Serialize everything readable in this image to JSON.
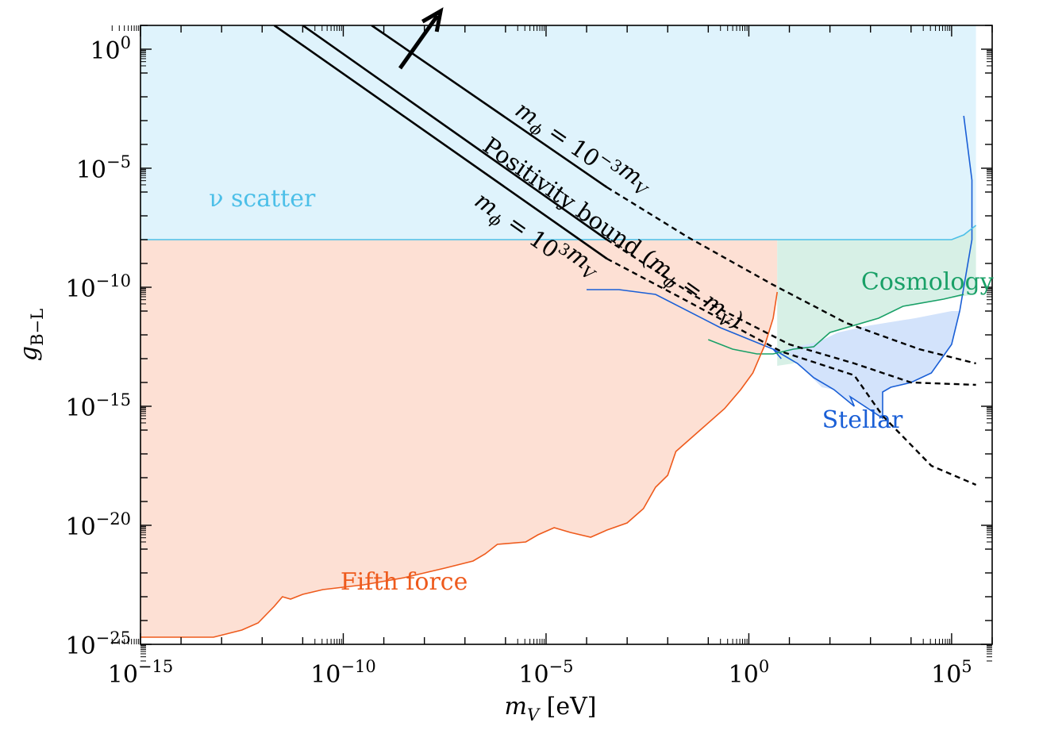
{
  "chart_data": {
    "type": "area",
    "xscale": "log",
    "yscale": "log",
    "xlim": [
      1e-15,
      1000000.0
    ],
    "ylim": [
      1e-25,
      10.0
    ],
    "xlabel_var": "m",
    "xlabel_sub": "V",
    "xlabel_unit": "[eV]",
    "ylabel_var": "g",
    "ylabel_sub": "B−L",
    "xticks": [
      {
        "base": "10",
        "exp": "−15",
        "value": -15
      },
      {
        "base": "10",
        "exp": "−10",
        "value": -10
      },
      {
        "base": "10",
        "exp": "−5",
        "value": -5
      },
      {
        "base": "10",
        "exp": "0",
        "value": 0
      },
      {
        "base": "10",
        "exp": "5",
        "value": 5
      }
    ],
    "yticks": [
      {
        "base": "10",
        "exp": "0",
        "value": 0
      },
      {
        "base": "10",
        "exp": "−5",
        "value": -5
      },
      {
        "base": "10",
        "exp": "−10",
        "value": -10
      },
      {
        "base": "10",
        "exp": "−15",
        "value": -15
      },
      {
        "base": "10",
        "exp": "−20",
        "value": -20
      },
      {
        "base": "10",
        "exp": "−25",
        "value": -25
      }
    ],
    "regions": [
      {
        "name": "Fifth force",
        "label": "Fifth force",
        "color": "#ee5a1c",
        "fill": "#fde0d4",
        "points_log10": [
          [
            -15,
            -24.7
          ],
          [
            -13.2,
            -24.7
          ],
          [
            -12.5,
            -24.4
          ],
          [
            -12.1,
            -24.1
          ],
          [
            -11.7,
            -23.4
          ],
          [
            -11.5,
            -23.0
          ],
          [
            -11.3,
            -23.1
          ],
          [
            -11.0,
            -22.9
          ],
          [
            -10.5,
            -22.7
          ],
          [
            -9.5,
            -22.5
          ],
          [
            -8.5,
            -22.2
          ],
          [
            -7.5,
            -21.8
          ],
          [
            -6.8,
            -21.5
          ],
          [
            -6.5,
            -21.2
          ],
          [
            -6.2,
            -20.8
          ],
          [
            -5.5,
            -20.7
          ],
          [
            -5.2,
            -20.4
          ],
          [
            -4.8,
            -20.1
          ],
          [
            -4.4,
            -20.3
          ],
          [
            -3.9,
            -20.5
          ],
          [
            -3.5,
            -20.2
          ],
          [
            -3.0,
            -19.9
          ],
          [
            -2.6,
            -19.3
          ],
          [
            -2.3,
            -18.4
          ],
          [
            -2.0,
            -17.9
          ],
          [
            -1.8,
            -16.9
          ],
          [
            -1.2,
            -16.0
          ],
          [
            -0.6,
            -15.1
          ],
          [
            -0.2,
            -14.3
          ],
          [
            0.1,
            -13.6
          ],
          [
            0.4,
            -12.4
          ],
          [
            0.6,
            -11.3
          ],
          [
            0.7,
            -10.2
          ],
          [
            0.7,
            -8.0
          ],
          [
            -15,
            -8.0
          ]
        ]
      },
      {
        "name": "nu scatter",
        "label": "ν scatter",
        "color": "#4cbfe8",
        "fill": "#dff3fc",
        "points_log10": [
          [
            -15,
            -8.0
          ],
          [
            5.0,
            -8.0
          ],
          [
            5.3,
            -7.8
          ],
          [
            5.6,
            -7.4
          ],
          [
            5.6,
            1.0
          ],
          [
            -15,
            1.0
          ]
        ]
      },
      {
        "name": "Cosmology",
        "label": "Cosmology",
        "color": "#19a067",
        "fill": "#d7f0e6",
        "points_log10": [
          [
            0.7,
            -8.0
          ],
          [
            5.0,
            -8.0
          ],
          [
            5.3,
            -7.8
          ],
          [
            5.6,
            -7.4
          ],
          [
            5.6,
            -10.3
          ],
          [
            4.8,
            -10.5
          ],
          [
            3.8,
            -10.8
          ],
          [
            3.2,
            -11.3
          ],
          [
            2.0,
            -11.9
          ],
          [
            1.6,
            -12.5
          ],
          [
            1.1,
            -13.2
          ],
          [
            0.7,
            -13.3
          ]
        ]
      },
      {
        "name": "Stellar",
        "label": "Stellar",
        "color": "#1a5fd6",
        "fill": "#d3e3fb",
        "points_log10": [
          [
            0.9,
            -12.6
          ],
          [
            1.7,
            -12.3
          ],
          [
            2.2,
            -11.9
          ],
          [
            3.0,
            -11.6
          ],
          [
            4.1,
            -11.3
          ],
          [
            5.0,
            -11.0
          ],
          [
            5.2,
            -11.0
          ],
          [
            5.0,
            -12.4
          ],
          [
            4.5,
            -13.6
          ],
          [
            4.0,
            -14.0
          ],
          [
            3.5,
            -14.2
          ],
          [
            3.3,
            -14.4
          ],
          [
            3.3,
            -15.5
          ],
          [
            2.5,
            -14.6
          ],
          [
            2.6,
            -15.0
          ],
          [
            2.1,
            -14.3
          ],
          [
            1.8,
            -14.2
          ],
          [
            1.2,
            -13.2
          ]
        ]
      }
    ],
    "curves": [
      {
        "name": "Stellar boundary",
        "color": "#1a5fd6",
        "points_log10": [
          [
            -4,
            -10.1
          ],
          [
            -3.2,
            -10.1
          ],
          [
            -2.3,
            -10.3
          ],
          [
            -0.7,
            -11.7
          ],
          [
            0.6,
            -12.6
          ],
          [
            0.8,
            -13.0
          ],
          [
            0.6,
            -12.6
          ],
          [
            1.2,
            -13.2
          ],
          [
            1.6,
            -13.8
          ],
          [
            2.1,
            -14.3
          ],
          [
            2.6,
            -15.0
          ],
          [
            2.5,
            -14.6
          ],
          [
            3.3,
            -15.5
          ],
          [
            3.3,
            -14.4
          ],
          [
            3.5,
            -14.2
          ],
          [
            4.0,
            -14.0
          ],
          [
            4.5,
            -13.6
          ],
          [
            5.0,
            -12.4
          ],
          [
            5.2,
            -11.0
          ],
          [
            5.5,
            -8.0
          ],
          [
            5.5,
            -5.5
          ],
          [
            5.3,
            -2.8
          ]
        ]
      },
      {
        "name": "Cosmology boundary",
        "color": "#19a067",
        "points_log10": [
          [
            -1.0,
            -12.2
          ],
          [
            -0.4,
            -12.6
          ],
          [
            0.2,
            -12.8
          ],
          [
            0.6,
            -12.8
          ],
          [
            1.1,
            -12.6
          ],
          [
            1.6,
            -12.5
          ],
          [
            2.0,
            -11.9
          ],
          [
            3.2,
            -11.3
          ],
          [
            3.8,
            -10.8
          ],
          [
            4.8,
            -10.5
          ],
          [
            5.3,
            -10.3
          ]
        ]
      },
      {
        "name": "Fifth force boundary",
        "color": "#ee5a1c",
        "points_log10": [
          [
            -15,
            -24.7
          ],
          [
            -13.2,
            -24.7
          ],
          [
            -12.5,
            -24.4
          ],
          [
            -12.1,
            -24.1
          ],
          [
            -11.7,
            -23.4
          ],
          [
            -11.5,
            -23.0
          ],
          [
            -11.3,
            -23.1
          ],
          [
            -11.0,
            -22.9
          ],
          [
            -10.5,
            -22.7
          ],
          [
            -9.5,
            -22.5
          ],
          [
            -8.5,
            -22.2
          ],
          [
            -7.5,
            -21.8
          ],
          [
            -6.8,
            -21.5
          ],
          [
            -6.5,
            -21.2
          ],
          [
            -6.2,
            -20.8
          ],
          [
            -5.5,
            -20.7
          ],
          [
            -5.2,
            -20.4
          ],
          [
            -4.8,
            -20.1
          ],
          [
            -4.4,
            -20.3
          ],
          [
            -3.9,
            -20.5
          ],
          [
            -3.5,
            -20.2
          ],
          [
            -3.0,
            -19.9
          ],
          [
            -2.6,
            -19.3
          ],
          [
            -2.3,
            -18.4
          ],
          [
            -2.0,
            -17.9
          ],
          [
            -1.8,
            -16.9
          ],
          [
            -1.2,
            -16.0
          ],
          [
            -0.6,
            -15.1
          ],
          [
            -0.2,
            -14.3
          ],
          [
            0.1,
            -13.6
          ],
          [
            0.4,
            -12.4
          ],
          [
            0.6,
            -11.3
          ],
          [
            0.7,
            -10.2
          ]
        ]
      },
      {
        "name": "nu scatter boundary",
        "color": "#4cbfe8",
        "points_log10": [
          [
            -15,
            -8.0
          ],
          [
            5.0,
            -8.0
          ],
          [
            5.3,
            -7.8
          ],
          [
            5.6,
            -7.4
          ]
        ]
      }
    ],
    "bound_lines": [
      {
        "name": "m_phi = 10^-3 m_V",
        "label_var": "m",
        "label_sub": "ϕ",
        "label_mid": " = 10",
        "label_exp": "−3",
        "label_tail_var": "m",
        "label_tail_sub": "V",
        "solid_log10": [
          [
            -9.3,
            1.0
          ],
          [
            -3.5,
            -5.8
          ]
        ],
        "dashed_log10": [
          [
            -3.5,
            -5.8
          ],
          [
            -1.5,
            -7.9
          ],
          [
            0.6,
            -9.9
          ],
          [
            2.4,
            -11.5
          ],
          [
            4.2,
            -12.6
          ],
          [
            5.6,
            -13.2
          ]
        ],
        "label_anchor_log10": [
          -5.8,
          -2.7
        ]
      },
      {
        "name": "Positivity bound (m_phi = m_V)",
        "label_text": "Positivity bound (",
        "label_var": "m",
        "label_sub": "ϕ",
        "label_mid": " = ",
        "label_tail_var": "m",
        "label_tail_sub": "V",
        "label_close": ")",
        "solid_log10": [
          [
            -11.0,
            1.0
          ],
          [
            -3.5,
            -8.0
          ]
        ],
        "dashed_log10": [
          [
            -3.5,
            -8.0
          ],
          [
            -1.3,
            -10.4
          ],
          [
            1.0,
            -12.4
          ],
          [
            2.6,
            -13.2
          ],
          [
            4.0,
            -14.0
          ],
          [
            5.6,
            -14.1
          ]
        ],
        "label_anchor_log10": [
          -6.6,
          -4.2
        ]
      },
      {
        "name": "m_phi = 10^3 m_V",
        "label_var": "m",
        "label_sub": "ϕ",
        "label_mid": " = 10",
        "label_exp": "3",
        "label_tail_var": "m",
        "label_tail_sub": "V",
        "solid_log10": [
          [
            -11.7,
            1.0
          ],
          [
            -3.5,
            -8.8
          ]
        ],
        "dashed_log10": [
          [
            -3.5,
            -8.8
          ],
          [
            -1.5,
            -10.6
          ],
          [
            0.8,
            -12.7
          ],
          [
            2.6,
            -13.7
          ],
          [
            3.3,
            -15.4
          ],
          [
            4.5,
            -17.5
          ],
          [
            5.6,
            -18.3
          ]
        ],
        "label_anchor_log10": [
          -6.8,
          -6.5
        ]
      }
    ],
    "arrow_log10": {
      "from": [
        -8.6,
        -0.8
      ],
      "to": [
        -7.6,
        1.6
      ]
    },
    "region_labels": [
      {
        "text": "ν scatter",
        "region": "nu scatter",
        "color": "#4cbfe8",
        "at_log10": [
          -12.0,
          -6.6
        ]
      },
      {
        "text": "Fifth force",
        "region": "Fifth force",
        "color": "#ee5a1c",
        "at_log10": [
          -8.5,
          -22.7
        ]
      },
      {
        "text": "Cosmology",
        "region": "Cosmology",
        "color": "#19a067",
        "at_log10": [
          4.4,
          -10.1
        ]
      },
      {
        "text": "Stellar",
        "region": "Stellar",
        "color": "#1a5fd6",
        "at_log10": [
          2.8,
          -15.9
        ]
      }
    ]
  }
}
